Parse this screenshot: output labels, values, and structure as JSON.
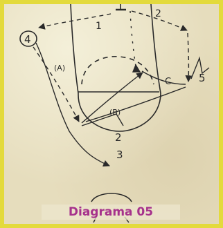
{
  "diagram": {
    "caption": "Diagrama 05",
    "player_labels": {
      "p4": "4",
      "p5": "5",
      "p2": "2",
      "p3": "3"
    },
    "pass_labels": {
      "pass_1": "1",
      "pass_2": "2",
      "pass_a": "(A)",
      "pass_b": "(B)",
      "pass_c": "C"
    },
    "colors": {
      "background_border": "#e3da3c",
      "paper": "#e6ddbd",
      "ink": "#2a2a2a",
      "caption": "#a6328c"
    }
  }
}
